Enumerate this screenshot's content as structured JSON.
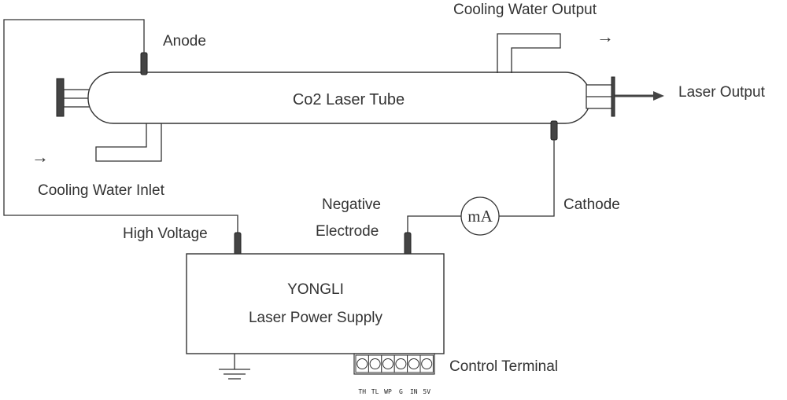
{
  "tube": {
    "label": "Co2 Laser Tube"
  },
  "labels": {
    "anode": "Anode",
    "cooling_water_output": "Cooling Water Output",
    "cooling_water_inlet": "Cooling Water Inlet",
    "laser_output": "Laser Output",
    "cathode": "Cathode",
    "negative_electrode_line1": "Negative",
    "negative_electrode_line2": "Electrode",
    "high_voltage": "High Voltage",
    "control_terminal": "Control Terminal"
  },
  "meter": {
    "label": "mA"
  },
  "flow_arrows": {
    "output": "→",
    "inlet": "→"
  },
  "power_supply": {
    "brand": "YONGLI",
    "name": "Laser Power Supply"
  },
  "terminals": [
    "TH",
    "TL",
    "WP",
    "G",
    "IN",
    "5V"
  ]
}
